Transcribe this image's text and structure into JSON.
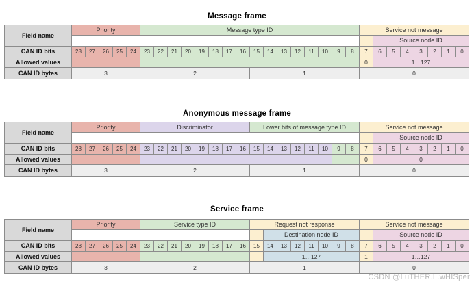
{
  "colors": {
    "priority": "#e8b4ac",
    "message_type": "#d5e8d0",
    "service_not_message": "#fcefd0",
    "source_node_id": "#edd5e3",
    "discriminator": "#dcd5eb",
    "destination_node_id": "#d0e0e8",
    "label_column": "#d9d9d9",
    "byte_row": "#eeeeee",
    "border": "#8c8c8c"
  },
  "row_labels": {
    "field_name": "Field name",
    "can_id_bits": "CAN ID bits",
    "allowed_values": "Allowed values",
    "can_id_bytes": "CAN ID bytes"
  },
  "bit_numbers": [
    "28",
    "27",
    "26",
    "25",
    "24",
    "23",
    "22",
    "21",
    "20",
    "19",
    "18",
    "17",
    "16",
    "15",
    "14",
    "13",
    "12",
    "11",
    "10",
    "9",
    "8",
    "7",
    "6",
    "5",
    "4",
    "3",
    "2",
    "1",
    "0"
  ],
  "byte_labels": [
    "3",
    "2",
    "1",
    "0"
  ],
  "frames": [
    {
      "id": "message-frame",
      "title": "Message frame",
      "field_headers": [
        {
          "label": "Priority",
          "span": 5,
          "color": "priority"
        },
        {
          "label": "Message type ID",
          "span": 16,
          "color": "message_type"
        },
        {
          "label": "Service not message",
          "span": 8,
          "color": "service_not_message"
        }
      ],
      "sub_headers": [
        {
          "label": "",
          "span": 21,
          "color": "none"
        },
        {
          "label": "",
          "span": 1,
          "color": "service_not_message"
        },
        {
          "label": "Source node ID",
          "span": 7,
          "color": "source_node_id"
        }
      ],
      "bit_colors": [
        {
          "span": 5,
          "color": "priority"
        },
        {
          "span": 16,
          "color": "message_type"
        },
        {
          "span": 1,
          "color": "service_not_message"
        },
        {
          "span": 7,
          "color": "source_node_id"
        }
      ],
      "allowed_values": [
        {
          "label": "",
          "span": 5,
          "color": "priority"
        },
        {
          "label": "",
          "span": 16,
          "color": "message_type"
        },
        {
          "label": "0",
          "span": 1,
          "color": "service_not_message"
        },
        {
          "label": "1…127",
          "span": 7,
          "color": "source_node_id"
        }
      ],
      "bytes": [
        {
          "label": "3",
          "span": 5
        },
        {
          "label": "2",
          "span": 8
        },
        {
          "label": "1",
          "span": 8
        },
        {
          "label": "0",
          "span": 8
        }
      ]
    },
    {
      "id": "anonymous-message-frame",
      "title": "Anonymous message frame",
      "field_headers": [
        {
          "label": "Priority",
          "span": 5,
          "color": "priority"
        },
        {
          "label": "Discriminator",
          "span": 8,
          "color": "discriminator"
        },
        {
          "label": "Lower bits of message type ID",
          "span": 8,
          "color": "message_type"
        },
        {
          "label": "Service not message",
          "span": 8,
          "color": "service_not_message"
        }
      ],
      "sub_headers": [
        {
          "label": "",
          "span": 21,
          "color": "none"
        },
        {
          "label": "",
          "span": 1,
          "color": "service_not_message"
        },
        {
          "label": "Source node ID",
          "span": 7,
          "color": "source_node_id"
        }
      ],
      "bit_colors": [
        {
          "span": 5,
          "color": "priority"
        },
        {
          "span": 14,
          "color": "discriminator"
        },
        {
          "span": 2,
          "color": "message_type"
        },
        {
          "span": 1,
          "color": "service_not_message"
        },
        {
          "span": 7,
          "color": "source_node_id"
        }
      ],
      "allowed_values": [
        {
          "label": "",
          "span": 5,
          "color": "priority"
        },
        {
          "label": "",
          "span": 14,
          "color": "discriminator"
        },
        {
          "label": "",
          "span": 2,
          "color": "message_type"
        },
        {
          "label": "0",
          "span": 1,
          "color": "service_not_message"
        },
        {
          "label": "0",
          "span": 7,
          "color": "source_node_id"
        }
      ],
      "bytes": [
        {
          "label": "3",
          "span": 5
        },
        {
          "label": "2",
          "span": 8
        },
        {
          "label": "1",
          "span": 8
        },
        {
          "label": "0",
          "span": 8
        }
      ]
    },
    {
      "id": "service-frame",
      "title": "Service frame",
      "field_headers": [
        {
          "label": "Priority",
          "span": 5,
          "color": "priority"
        },
        {
          "label": "Service type ID",
          "span": 8,
          "color": "message_type"
        },
        {
          "label": "Request not response",
          "span": 8,
          "color": "service_not_message"
        },
        {
          "label": "Service not message",
          "span": 8,
          "color": "service_not_message"
        }
      ],
      "sub_headers": [
        {
          "label": "",
          "span": 13,
          "color": "none"
        },
        {
          "label": "",
          "span": 1,
          "color": "service_not_message"
        },
        {
          "label": "Destination node ID",
          "span": 7,
          "color": "destination_node_id"
        },
        {
          "label": "",
          "span": 1,
          "color": "service_not_message"
        },
        {
          "label": "Source node ID",
          "span": 7,
          "color": "source_node_id"
        }
      ],
      "bit_colors": [
        {
          "span": 5,
          "color": "priority"
        },
        {
          "span": 8,
          "color": "message_type"
        },
        {
          "span": 1,
          "color": "service_not_message"
        },
        {
          "span": 7,
          "color": "destination_node_id"
        },
        {
          "span": 1,
          "color": "service_not_message"
        },
        {
          "span": 7,
          "color": "source_node_id"
        }
      ],
      "allowed_values": [
        {
          "label": "",
          "span": 5,
          "color": "priority"
        },
        {
          "label": "",
          "span": 8,
          "color": "message_type"
        },
        {
          "label": "",
          "span": 1,
          "color": "service_not_message"
        },
        {
          "label": "1…127",
          "span": 7,
          "color": "destination_node_id"
        },
        {
          "label": "1",
          "span": 1,
          "color": "service_not_message"
        },
        {
          "label": "1…127",
          "span": 7,
          "color": "source_node_id"
        }
      ],
      "bytes": [
        {
          "label": "3",
          "span": 5
        },
        {
          "label": "2",
          "span": 8
        },
        {
          "label": "1",
          "span": 8
        },
        {
          "label": "0",
          "span": 8
        }
      ]
    }
  ],
  "watermark": "CSDN @LuTHER.L.wHISper"
}
